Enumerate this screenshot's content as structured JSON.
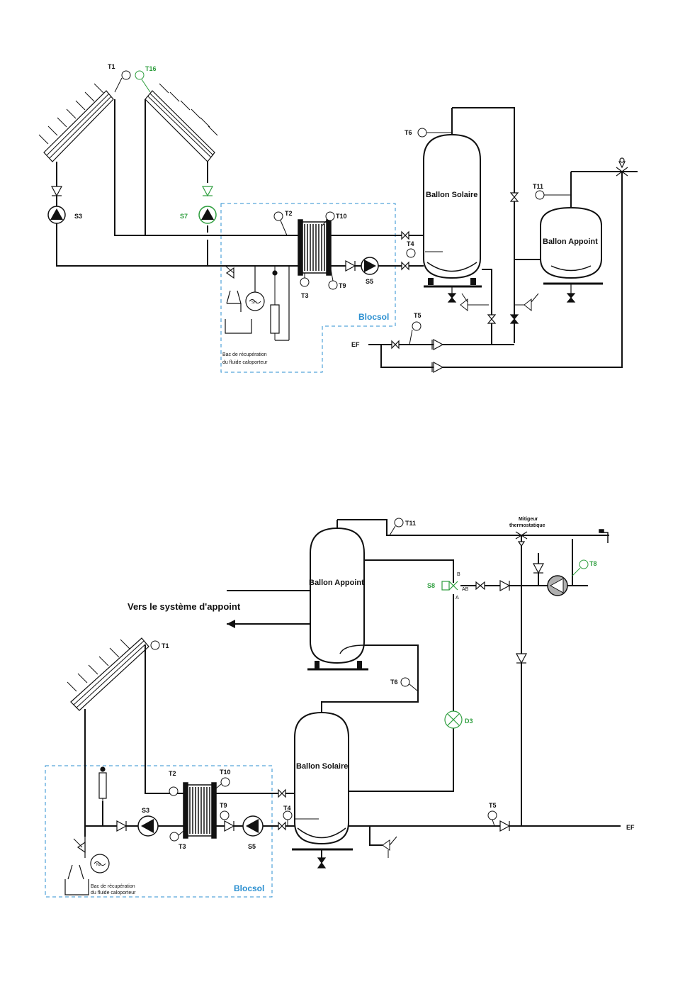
{
  "colors": {
    "line": "#111111",
    "accent_green": "#2e9e3e",
    "accent_blue": "#2b8fd0",
    "pump_grey": "#b0b0b0"
  },
  "diagram1": {
    "sensors": {
      "t1": "T1",
      "t16": "T16",
      "t2": "T2",
      "t10": "T10",
      "t3": "T3",
      "t9": "T9",
      "t4": "T4",
      "t6": "T6",
      "t11": "T11",
      "t5": "T5"
    },
    "pumps": {
      "s3": "S3",
      "s7": "S7",
      "s5": "S5"
    },
    "tanks": {
      "solaire": "Ballon Solaire",
      "appoint": "Ballon Appoint"
    },
    "blocsol": "Blocsol",
    "ef": "EF",
    "bac_line1": "Bac de récupération",
    "bac_line2": "du fluide caloporteur",
    "expansion": "SH"
  },
  "diagram2": {
    "sensors": {
      "t1": "T1",
      "t2": "T2",
      "t10": "T10",
      "t3": "T3",
      "t9": "T9",
      "t4": "T4",
      "t6": "T6",
      "t11": "T11",
      "t5": "T5",
      "t8": "T8"
    },
    "pumps": {
      "s3": "S3",
      "s5": "S5"
    },
    "valve_s8": "S8",
    "valve_ports": {
      "b": "B",
      "ab": "AB",
      "a": "A"
    },
    "flow_d3": "D3",
    "tanks": {
      "appoint": "Ballon Appoint",
      "solaire": "Ballon Solaire"
    },
    "vers": "Vers le système d'appoint",
    "mitigeur_line1": "Mitigeur",
    "mitigeur_line2": "thermostatique",
    "blocsol": "Blocsol",
    "ef": "EF",
    "bac_line1": "Bac de récupération",
    "bac_line2": "du fluide caloporteur",
    "expansion": "N2"
  },
  "icons": [
    "solar-collector-icon",
    "pump-icon",
    "check-valve-icon",
    "gate-valve-icon",
    "heat-exchanger-icon",
    "temperature-sensor-icon",
    "safety-valve-icon",
    "expansion-vessel-icon",
    "three-way-valve-icon",
    "flow-meter-icon",
    "tap-icon"
  ]
}
